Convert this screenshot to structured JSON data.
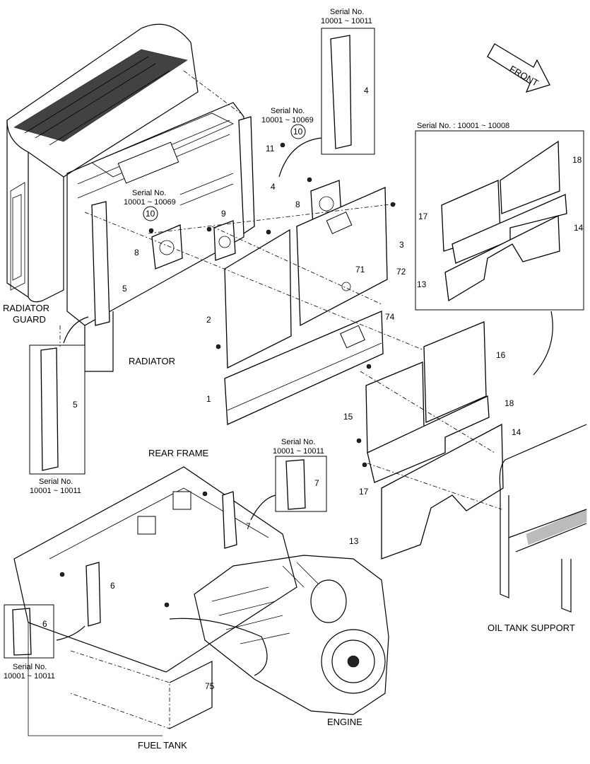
{
  "captions": {
    "radiator_guard_1": "RADIATOR",
    "radiator_guard_2": "GUARD",
    "radiator": "RADIATOR",
    "rear_frame": "REAR FRAME",
    "oil_tank_support": "OIL TANK SUPPORT",
    "engine": "ENGINE",
    "fuel_tank": "FUEL TANK",
    "front": "FRONT"
  },
  "serials": {
    "top_label": "Serial No.",
    "top_range": "10001 ~ 10011",
    "right_top_label": "Serial No.",
    "right_top_range": "10001 ~ 10069",
    "left_mid_label": "Serial No.",
    "left_mid_range": "10001 ~ 10069",
    "box_right": "Serial No. : 10001 ~ 10008",
    "left_box_label": "Serial No.",
    "left_box_range": "10001 ~ 10011",
    "mid_box_label": "Serial No.",
    "mid_box_range": "10001 ~ 10011",
    "bottom_left_label": "Serial No.",
    "bottom_left_range": "10001 ~ 10011"
  },
  "part_numbers": {
    "p1": "1",
    "p2": "2",
    "p3": "3",
    "p4a": "4",
    "p4b": "4",
    "p5a": "5",
    "p5b": "5",
    "p6a": "6",
    "p6b": "6",
    "p7a": "7",
    "p7b": "7",
    "p8a": "8",
    "p8b": "8",
    "p9": "9",
    "p10a": "10",
    "p10b": "10",
    "p11": "11",
    "p13a": "13",
    "p13b": "13",
    "p14a": "14",
    "p14b": "14",
    "p15": "15",
    "p16": "16",
    "p17a": "17",
    "p17b": "17",
    "p18a": "18",
    "p18b": "18",
    "p71": "71",
    "p72": "72",
    "p74": "74",
    "p75": "75"
  }
}
